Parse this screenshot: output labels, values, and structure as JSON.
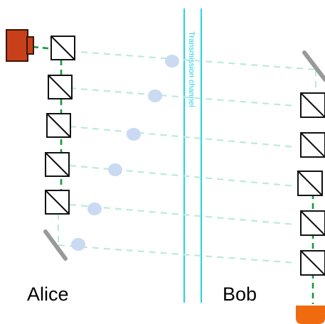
{
  "labels": {
    "alice": "Alice",
    "bob": "Bob",
    "channel": "Transmission channel"
  },
  "colors": {
    "channel": "#22d3e6",
    "path_dashed": "#b9ecd8",
    "path_local": "#139a3a",
    "photon": "#c9daf2",
    "source": "#c8401a",
    "detector": "#f06b10",
    "mirror": "#9a9a9a",
    "splitter": "#111111"
  },
  "icons": {
    "source": "laser-source-icon",
    "detector": "detector-icon",
    "splitter": "beam-splitter-icon",
    "mirror": "mirror-icon",
    "photon": "photon-icon"
  }
}
